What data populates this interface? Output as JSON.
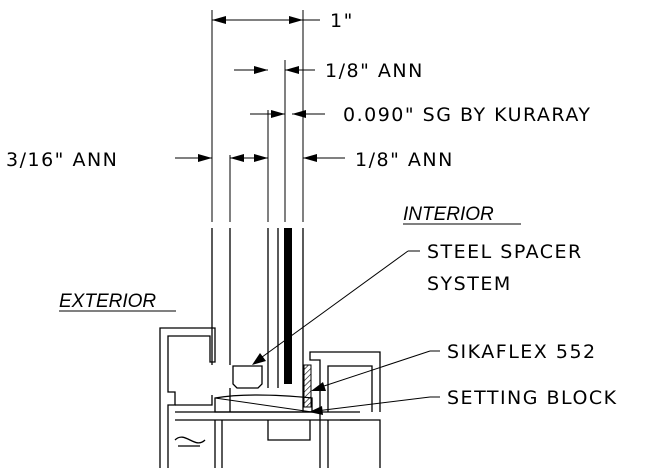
{
  "dimensions": {
    "overall": "1\"",
    "outer_lite": "1/8\" ANN",
    "interlayer": "0.090\" SG BY KURARAY",
    "exterior_lite": "3/16\" ANN",
    "inner_lite": "1/8\" ANN"
  },
  "sides": {
    "interior": "INTERIOR",
    "exterior": "EXTERIOR"
  },
  "callouts": {
    "spacer_line1": "STEEL SPACER",
    "spacer_line2": "SYSTEM",
    "sealant": "SIKAFLEX 552",
    "setting_block": "SETTING BLOCK"
  }
}
